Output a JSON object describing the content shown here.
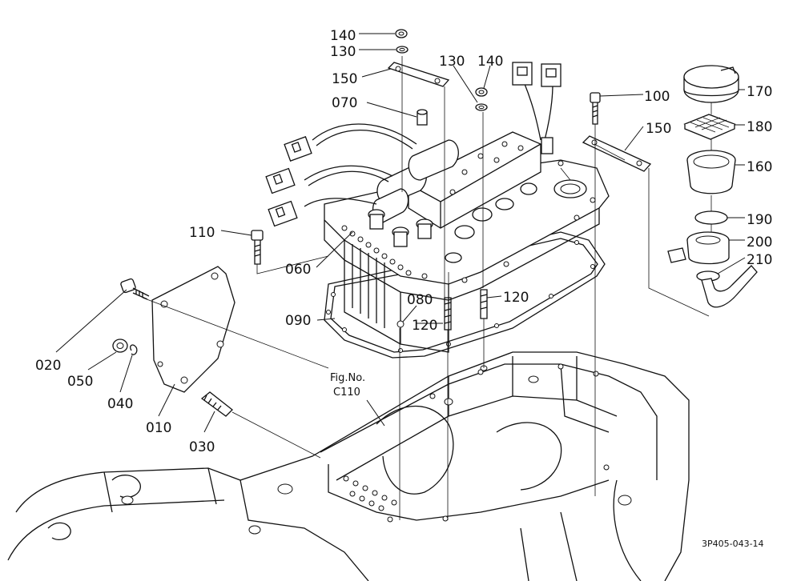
{
  "callouts": {
    "c140a": "140",
    "c130a": "130",
    "c150a": "150",
    "c070": "070",
    "c130b": "130",
    "c140b": "140",
    "c100": "100",
    "c150b": "150",
    "c170": "170",
    "c180": "180",
    "c160": "160",
    "c190": "190",
    "c200": "200",
    "c210": "210",
    "c110": "110",
    "c060": "060",
    "c080": "080",
    "c120a": "120",
    "c120b": "120",
    "c090": "090",
    "c020": "020",
    "c050": "050",
    "c040": "040",
    "c010": "010",
    "c030": "030"
  },
  "figure_ref": {
    "label": "Fig.No.",
    "value": "C110"
  },
  "drawing_code": "3P405-043-14",
  "colors": {
    "ink": "#111111",
    "paper": "#ffffff"
  }
}
